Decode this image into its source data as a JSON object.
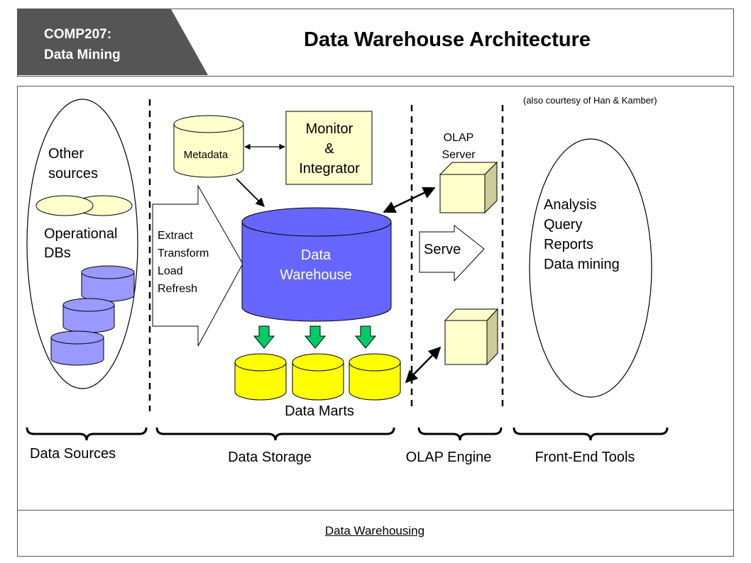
{
  "header": {
    "course_code": "COMP207:",
    "course_name": "Data Mining",
    "title": "Data Warehouse Architecture"
  },
  "footer": {
    "title": "Data Warehousing"
  },
  "credit": "(also courtesy of Han & Kamber)",
  "sources": {
    "other_line1": "Other",
    "other_line2": "sources",
    "operational_line1": "Operational",
    "operational_line2": "DBs"
  },
  "storage": {
    "metadata": "Metadata",
    "monitor_line1": "Monitor",
    "monitor_line2": "&",
    "monitor_line3": "Integrator",
    "etl_steps": [
      "Extract",
      "Transform",
      "Load",
      "Refresh"
    ],
    "warehouse_line1": "Data",
    "warehouse_line2": "Warehouse",
    "data_marts": "Data Marts"
  },
  "olap": {
    "server_line1": "OLAP",
    "server_line2": "Server",
    "serve": "Serve"
  },
  "frontend": {
    "items": [
      "Analysis",
      "Query",
      "Reports",
      "Data mining"
    ]
  },
  "sections": {
    "sources": "Data Sources",
    "storage": "Data Storage",
    "olap": "OLAP Engine",
    "frontend": "Front-End Tools"
  },
  "colors": {
    "badge": "#555555",
    "warehouse": "#6666ff",
    "operational_db": "#9999ff",
    "data_mart": "#ffff00",
    "pale_yellow": "#ffffcc",
    "down_arrow": "#00cc66"
  }
}
